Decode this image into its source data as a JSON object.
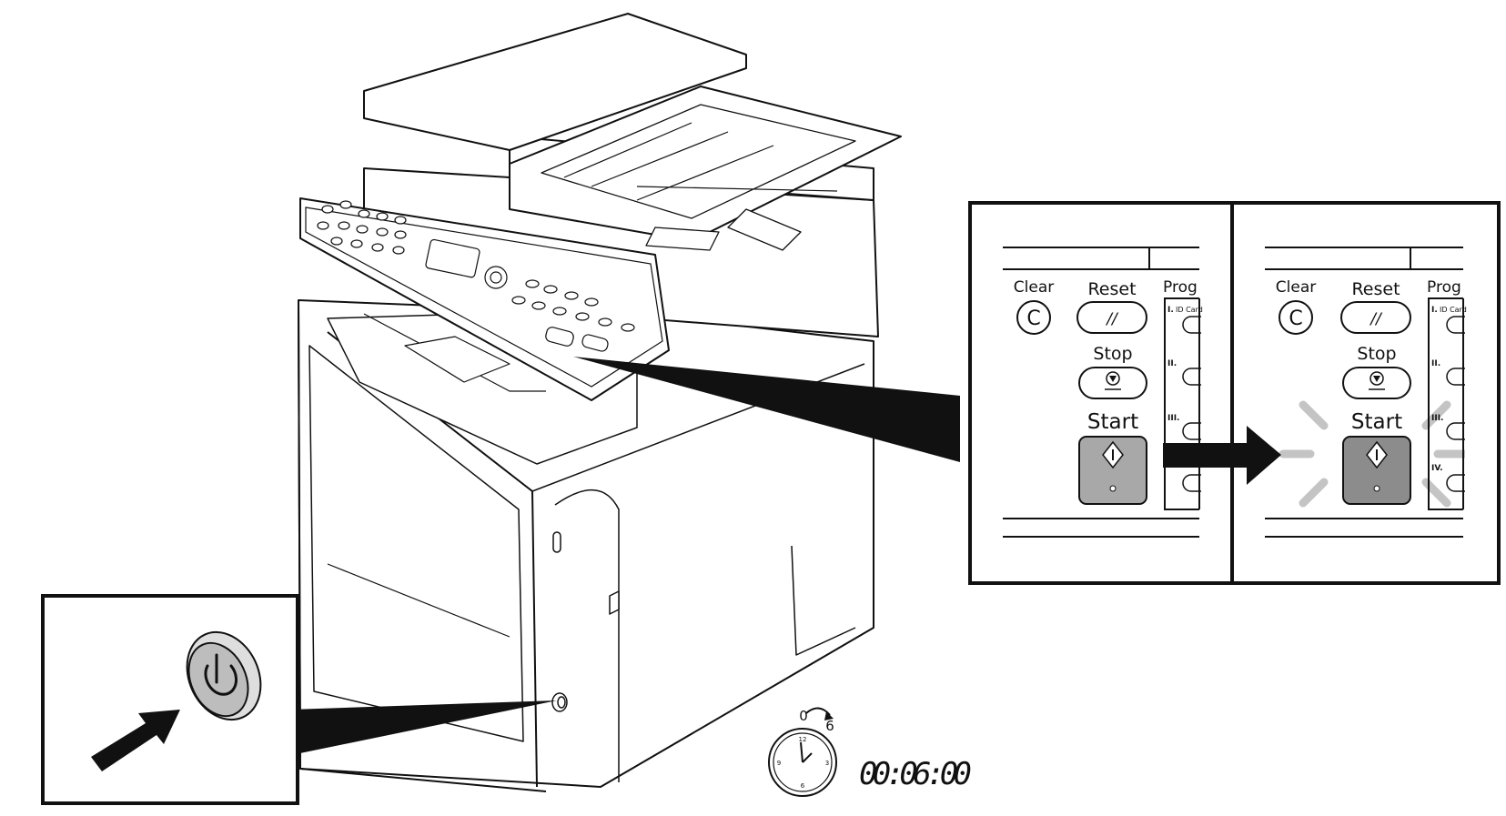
{
  "panel_left": {
    "clear_label": "Clear",
    "clear_glyph": "C",
    "reset_label": "Reset",
    "reset_glyph": "//",
    "stop_label": "Stop",
    "start_label": "Start",
    "program_label": "Prog",
    "program_slots": [
      "I.",
      "ID Card",
      "II.",
      "III."
    ]
  },
  "panel_right": {
    "clear_label": "Clear",
    "clear_glyph": "C",
    "reset_label": "Reset",
    "reset_glyph": "//",
    "stop_label": "Stop",
    "start_label": "Start",
    "program_label": "Prog",
    "program_slots": [
      "I.",
      "ID Card",
      "II.",
      "III.",
      "IV."
    ],
    "start_state": "blinking"
  },
  "timer": {
    "dial_from": "0",
    "dial_to": "6",
    "clock_numbers": [
      "12",
      "3",
      "6",
      "9"
    ],
    "display": "00:06:00"
  },
  "colors": {
    "line": "#111111",
    "start_button": "#a8a8a8",
    "start_button_lit": "#8c8c8c",
    "blink_rays": "#c4c4c4",
    "power_button": "#bdbdbd"
  },
  "icons": [
    "power-icon",
    "clear-icon",
    "reset-icon",
    "stop-icon",
    "start-icon",
    "clock-icon",
    "arrow-icon"
  ]
}
